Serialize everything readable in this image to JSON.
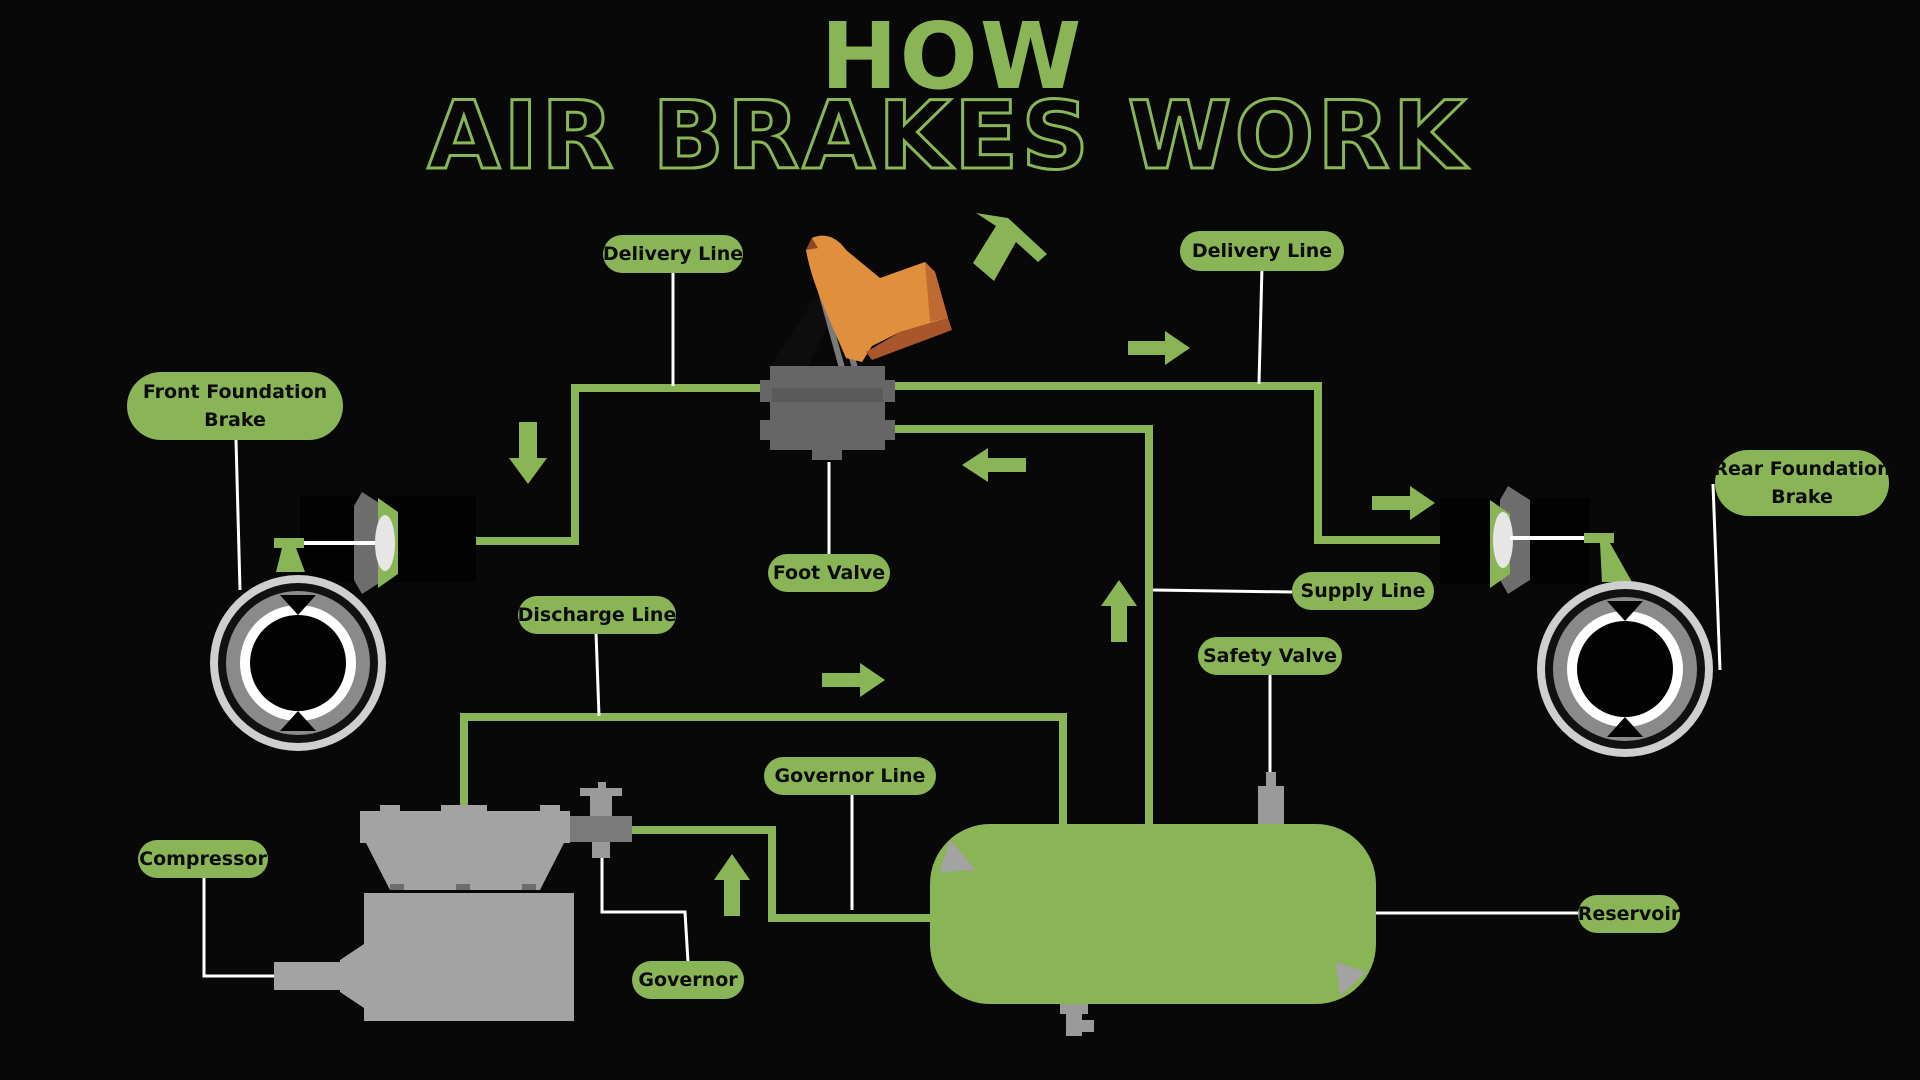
{
  "title": {
    "line1": "HOW",
    "line2": "AIR BRAKES WORK"
  },
  "colors": {
    "accent": "#8ab556",
    "background": "#080808",
    "leader": "#ffffff",
    "metal": "#a3a3a3",
    "valve": "#666666",
    "boot": "#e08f3c"
  },
  "labels": {
    "delivery_line_left": "Delivery Line",
    "delivery_line_right": "Delivery Line",
    "front_foundation_brake_line1": "Front Foundation",
    "front_foundation_brake_line2": "Brake",
    "rear_foundation_brake_line1": "Rear Foundation",
    "rear_foundation_brake_line2": "Brake",
    "foot_valve": "Foot Valve",
    "supply_line": "Supply Line",
    "discharge_line": "Discharge Line",
    "safety_valve": "Safety Valve",
    "governor_line": "Governor Line",
    "compressor": "Compressor",
    "governor": "Governor",
    "reservoir": "Reservoir"
  },
  "icons": {
    "boot": "boot-icon",
    "pedal": "brake-pedal-icon",
    "foot_valve": "foot-valve-icon",
    "compressor": "compressor-icon",
    "reservoir": "reservoir-tank-icon",
    "front_wheel": "brake-drum-icon",
    "rear_wheel": "brake-drum-icon",
    "flow_arrow": "flow-arrow-icon"
  }
}
